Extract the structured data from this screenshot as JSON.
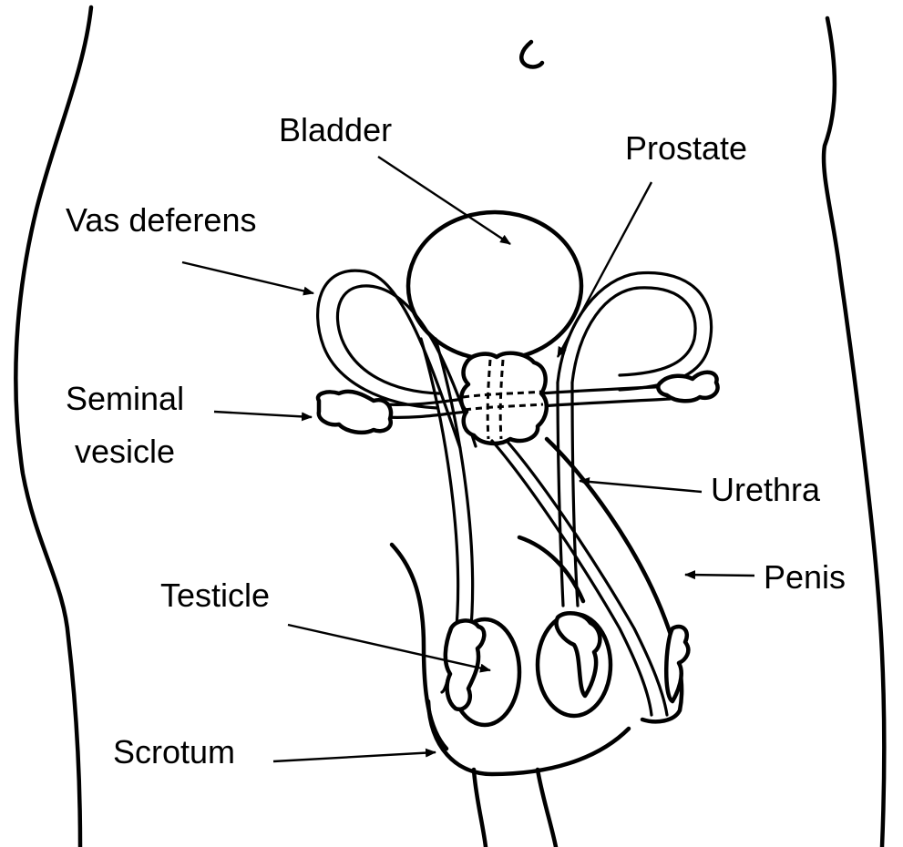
{
  "labels": {
    "bladder": "Bladder",
    "prostate": "Prostate",
    "vas_deferens": "Vas deferens",
    "seminal_line1": "Seminal",
    "seminal_line2": "vesicle",
    "urethra": "Urethra",
    "penis": "Penis",
    "testicle": "Testicle",
    "scrotum": "Scrotum"
  }
}
